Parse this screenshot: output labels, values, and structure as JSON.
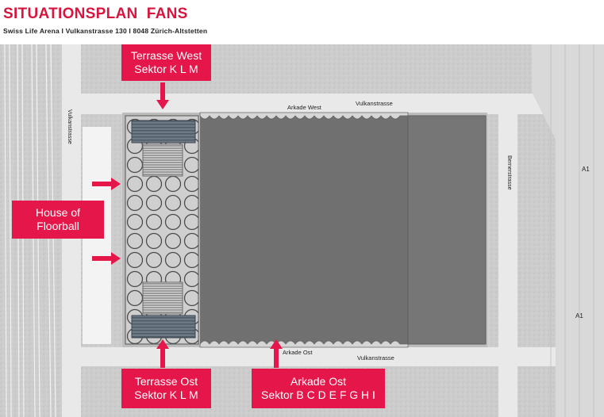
{
  "header": {
    "title": "SITUATIONSPLAN  FANS",
    "subtitle": "Swiss Life Arena I Vulkanstrasse 130 I 8048 Zürich-Altstetten"
  },
  "labels": {
    "terrasse_west": {
      "line1": "Terrasse West",
      "line2": "Sektor K L M"
    },
    "house_of_floorball": {
      "line1": "House of",
      "line2": "Floorball"
    },
    "terrasse_ost": {
      "line1": "Terrasse Ost",
      "line2": "Sektor K L M"
    },
    "arkade_ost": {
      "line1": "Arkade Ost",
      "line2": "Sektor B C D E F G H I"
    }
  },
  "streets": {
    "vulkanstrasse_left": "Vulkanstrasse",
    "vulkanstrasse_top": "Vulkanstrasse",
    "vulkanstrasse_bottom": "Vulkanstrasse",
    "bernerstrasse": "Bernerstrasse",
    "a1_top": "A1",
    "a1_bottom": "A1"
  },
  "map_labels": {
    "arkade_west": "Arkade West",
    "arkade_ost": "Arkade Ost"
  },
  "colors": {
    "accent": "#e4164a",
    "title": "#d6163f",
    "arena_roof": "#6f6f6f",
    "road": "#e8e8e8",
    "terrain": "#cfcfcf"
  }
}
